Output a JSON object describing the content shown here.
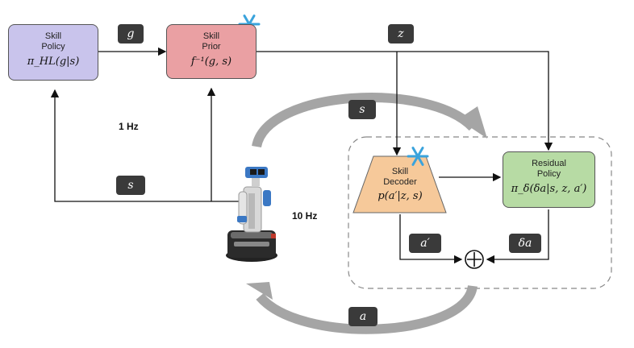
{
  "skill_policy": {
    "title_line1": "Skill",
    "title_line2": "Policy",
    "formula": "π_HL(g|s)"
  },
  "skill_prior": {
    "title_line1": "Skill",
    "title_line2": "Prior",
    "formula": "f⁻¹(g, s)"
  },
  "skill_decoder": {
    "title_line1": "Skill",
    "title_line2": "Decoder",
    "formula": "p(a′|z, s)"
  },
  "residual_policy": {
    "title_line1": "Residual",
    "title_line2": "Policy",
    "formula": "π_δ(δa|s, z, a′)"
  },
  "tags": {
    "g": "g",
    "z": "z",
    "s_top": "s",
    "s_left": "s",
    "a_prime": "a′",
    "delta_a": "δa",
    "a": "a"
  },
  "rates": {
    "low": "1 Hz",
    "high": "10 Hz"
  },
  "plus_symbol": "⊕",
  "colors": {
    "skill_policy": "#c9c4ec",
    "skill_prior": "#eaa0a3",
    "skill_decoder": "#f6c99a",
    "residual_policy": "#b7dba4",
    "frozen_icon": "#3aa3dc",
    "tag_bg": "#3a3a3a"
  },
  "icons": {
    "frozen": "snowflake-icon",
    "robot": "robot-icon"
  }
}
